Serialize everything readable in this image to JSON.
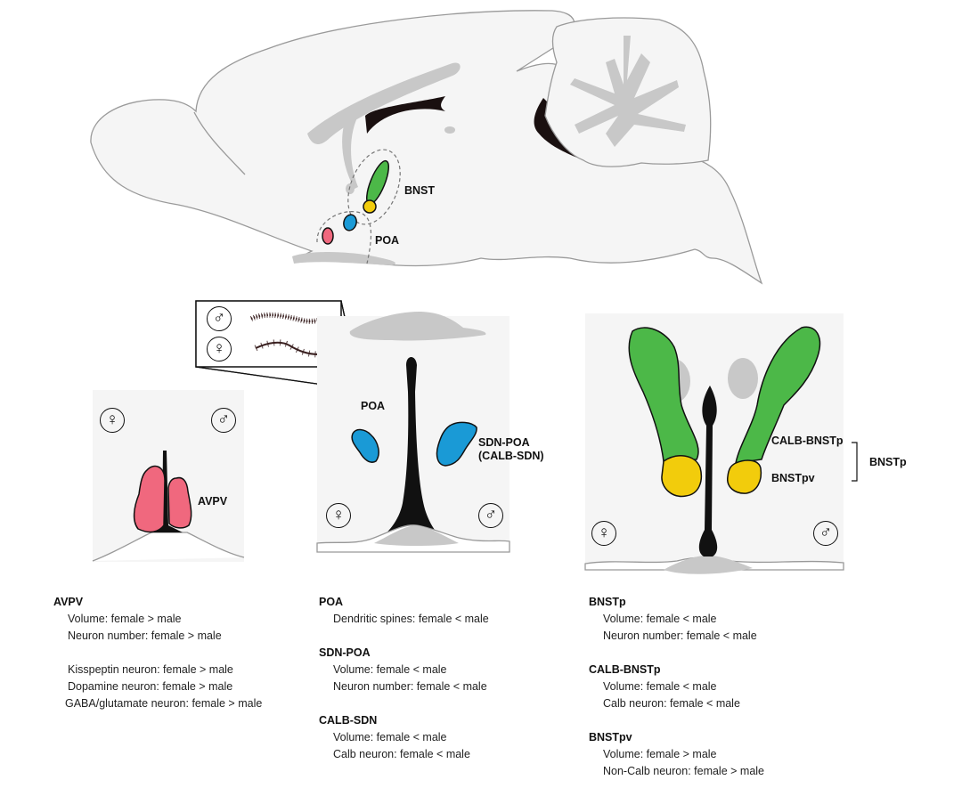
{
  "colors": {
    "avpv": "#f0687e",
    "sdn_poa": "#1a9ad6",
    "calb_bnstp": "#4cb848",
    "bnstpv": "#f2cc0c",
    "tissue": "#f5f5f5",
    "gray_matter": "#c8c8c8",
    "ventricle": "#111111"
  },
  "sagittal": {
    "label_bnst": "BNST",
    "label_poa": "POA"
  },
  "inset": {
    "male_symbol": "♂",
    "female_symbol": "♀",
    "male_desc": "dense dendritic spines",
    "female_desc": "sparse dendritic spines"
  },
  "panel_avpv": {
    "female_symbol": "♀",
    "male_symbol": "♂",
    "region_label": "AVPV"
  },
  "panel_poa": {
    "region_label": "POA",
    "nucleus_label_1": "SDN-POA",
    "nucleus_label_2": "(CALB-SDN)",
    "female_symbol": "♀",
    "male_symbol": "♂"
  },
  "panel_bnst": {
    "label_calb": "CALB-BNSTp",
    "label_pv": "BNSTpv",
    "bracket_label": "BNSTp",
    "female_symbol": "♀",
    "male_symbol": "♂"
  },
  "summaries": {
    "avpv": {
      "title": "AVPV",
      "lines": [
        "Volume:  female > male",
        "Neuron number:  female > male"
      ],
      "lines2": [
        "Kisspeptin neuron:  female > male",
        "Dopamine neuron:  female > male",
        "GABA/glutamate neuron:  female > male"
      ]
    },
    "poa": {
      "title": "POA",
      "lines": [
        "Dendritic spines:  female < male"
      ]
    },
    "sdn_poa": {
      "title": "SDN-POA",
      "lines": [
        "Volume:  female < male",
        "Neuron number:  female < male"
      ]
    },
    "calb_sdn": {
      "title": "CALB-SDN",
      "lines": [
        "Volume:  female < male",
        "Calb neuron:  female < male"
      ]
    },
    "bnstp": {
      "title": "BNSTp",
      "lines": [
        "Volume:  female < male",
        "Neuron number:  female < male"
      ]
    },
    "calb_bnstp": {
      "title": "CALB-BNSTp",
      "lines": [
        "Volume:  female < male",
        "Calb neuron:  female < male"
      ]
    },
    "bnstpv": {
      "title": "BNSTpv",
      "lines": [
        "Volume:  female > male",
        "Non-Calb neuron:  female > male"
      ]
    }
  }
}
